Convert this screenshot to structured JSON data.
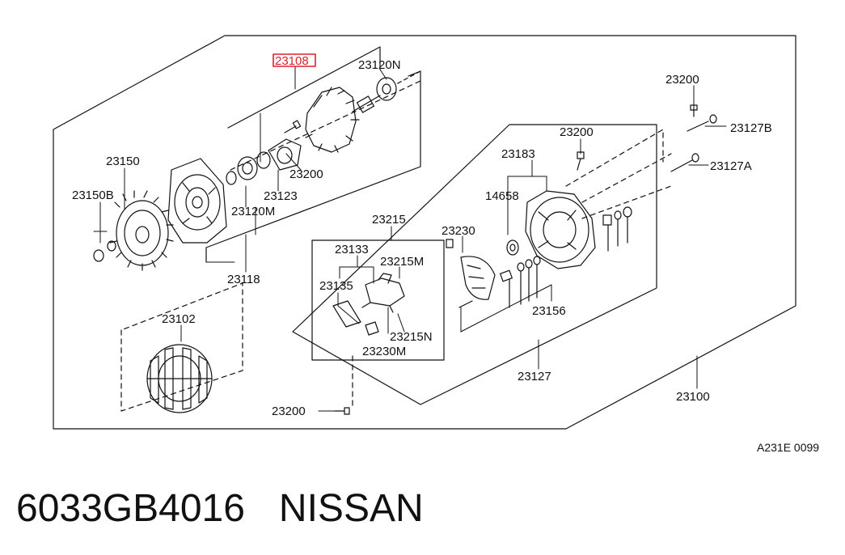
{
  "diagram": {
    "callouts": {
      "p23108": "23108",
      "p23120N": "23120N",
      "p23150": "23150",
      "p23150B": "23150B",
      "p23120M": "23120M",
      "p23123": "23123",
      "p23200_top": "23200",
      "p23118": "23118",
      "p23102": "23102",
      "p23200_right_top": "23200",
      "p23127B": "23127B",
      "p23127A": "23127A",
      "p23200_mid": "23200",
      "p23183": "23183",
      "p14658": "14658",
      "p23215": "23215",
      "p23133": "23133",
      "p23215M": "23215M",
      "p23135": "23135",
      "p23230": "23230",
      "p23215N": "23215N",
      "p23230M": "23230M",
      "p23156": "23156",
      "p23127": "23127",
      "p23100": "23100",
      "p23200_bottom": "23200"
    },
    "highlighted_part": "23108",
    "highlight_color": "#e0202a",
    "figure_code": "A231E 0099"
  },
  "caption": {
    "part_number": "6033GB4016",
    "brand": "NISSAN"
  }
}
